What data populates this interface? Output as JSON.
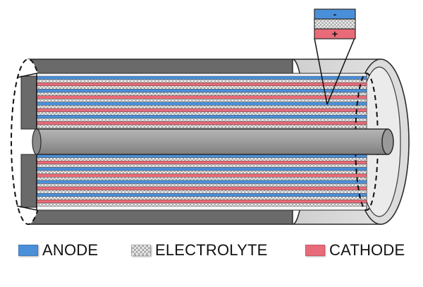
{
  "diagram": {
    "inset_signs": {
      "top": "-",
      "bottom": "+"
    },
    "layer_colors": {
      "anode": "#4a8fd9",
      "electrolyte": "#e8e8e8",
      "cathode": "#e96a78",
      "casing_dark": "#6b6b6b",
      "casing_light": "#d4d4d4",
      "core": "#9a9a9a"
    }
  },
  "legend": [
    {
      "label": "ANODE",
      "color": "#4a8fd9",
      "pattern": "solid"
    },
    {
      "label": "ELECTROLYTE",
      "color": "#e8e8e8",
      "pattern": "crosshatch"
    },
    {
      "label": "CATHODE",
      "color": "#e96a78",
      "pattern": "solid"
    }
  ]
}
